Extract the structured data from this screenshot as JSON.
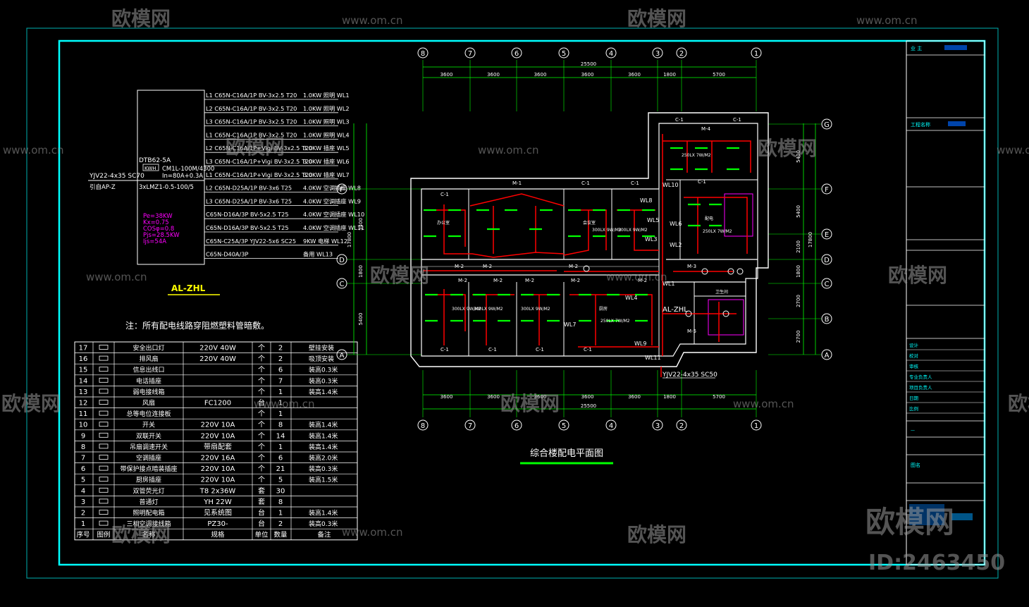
{
  "drawing": {
    "title": "综合楼配电平面图",
    "note": "注：所有配电线路穿阻燃塑料管暗敷。",
    "feed_label": "YJV22-4x35 SC50",
    "panel_label_plan": "AL-ZHL"
  },
  "panel": {
    "name": "AL-ZHL",
    "meter": "DTB62-5A",
    "kwh": "KWH",
    "main_breaker": "CM1L-100M/4300",
    "main_breaker_setting": "In=80A+0.3A",
    "ct": "3xLMZ1-0.5-100/5",
    "incoming": "YJV22-4x35 SC70",
    "from": "引自AP-Z",
    "calc": [
      "Pe=38KW",
      "Kx=0.75",
      "COSφ=0.8",
      "Pjs=28.5KW",
      "Ijs=54A"
    ],
    "circuits": [
      {
        "text": "L1 C65N-C16A/1P BV-3x2.5 T20",
        "load": "1.0KW 照明 WL1"
      },
      {
        "text": "L2 C65N-C16A/1P BV-3x2.5 T20",
        "load": "1.0KW 照明 WL2"
      },
      {
        "text": "L3 C65N-C16A/1P BV-3x2.5 T20",
        "load": "1.0KW 照明 WL3"
      },
      {
        "text": "L1 C65N-C16A/1P BV-3x2.5 T20",
        "load": "1.0KW 照明 WL4"
      },
      {
        "text": "L2 C65N-C16A/1P+Vigi BV-3x2.5 T20",
        "load": "3.0KW 插座 WL5"
      },
      {
        "text": "L3 C65N-C16A/1P+Vigi BV-3x2.5 T20",
        "load": "3.0KW 插座 WL6"
      },
      {
        "text": "L1 C65N-C16A/1P+Vigi BV-3x2.5 T20",
        "load": "3.0KW 插座 WL7"
      },
      {
        "text": "L2 C65N-D25A/1P BV-3x6 T25",
        "load": "4.0KW 空调插座 WL8"
      },
      {
        "text": "L3 C65N-D25A/1P BV-3x6 T25",
        "load": "4.0KW 空调插座 WL9"
      },
      {
        "text": "C65N-D16A/3P BV-5x2.5 T25",
        "load": "4.0KW 空调插座 WL10"
      },
      {
        "text": "C65N-D16A/3P BV-5x2.5 T25",
        "load": "4.0KW 空调插座 WL11"
      },
      {
        "text": "C65N-C25A/3P YJV22-5x6 SC25",
        "load": "9KW 电梯 WL12"
      },
      {
        "text": "C65N-D40A/3P",
        "load": "备用 WL13"
      }
    ]
  },
  "legend": {
    "headers": [
      "序号",
      "图例",
      "名称",
      "规格",
      "单位",
      "数量",
      "备注"
    ],
    "rows": [
      {
        "no": "17",
        "symbol": "exit-light",
        "name": "安全出口灯",
        "spec": "220V 40W",
        "unit": "个",
        "qty": "2",
        "remark": "壁挂安装"
      },
      {
        "no": "16",
        "symbol": "exhaust-fan",
        "name": "排风扇",
        "spec": "220V 40W",
        "unit": "个",
        "qty": "2",
        "remark": "吸顶安装"
      },
      {
        "no": "15",
        "symbol": "outlet-box",
        "name": "信息出线口",
        "spec": "",
        "unit": "个",
        "qty": "6",
        "remark": "装高0.3米"
      },
      {
        "no": "14",
        "symbol": "phone-outlet",
        "name": "电话插座",
        "spec": "",
        "unit": "个",
        "qty": "7",
        "remark": "装高0.3米"
      },
      {
        "no": "13",
        "symbol": "weak-box",
        "name": "弱电接线箱",
        "spec": "",
        "unit": "个",
        "qty": "1",
        "remark": "装高1.4米"
      },
      {
        "no": "12",
        "symbol": "fan",
        "name": "风扇",
        "spec": "FC1200",
        "unit": "台",
        "qty": "1",
        "remark": ""
      },
      {
        "no": "11",
        "symbol": "bonding-box",
        "name": "总等电位连接板",
        "spec": "",
        "unit": "个",
        "qty": "1",
        "remark": ""
      },
      {
        "no": "10",
        "symbol": "switch",
        "name": "开关",
        "spec": "220V 10A",
        "unit": "个",
        "qty": "8",
        "remark": "装高1.4米"
      },
      {
        "no": "9",
        "symbol": "double-switch",
        "name": "双联开关",
        "spec": "220V 10A",
        "unit": "个",
        "qty": "14",
        "remark": "装高1.4米"
      },
      {
        "no": "8",
        "symbol": "fan-speed",
        "name": "吊扇调速开关",
        "spec": "带扇配套",
        "unit": "个",
        "qty": "1",
        "remark": "装高1.4米"
      },
      {
        "no": "7",
        "symbol": "ac-socket",
        "name": "空调插座",
        "spec": "220V 16A",
        "unit": "个",
        "qty": "6",
        "remark": "装高2.0米"
      },
      {
        "no": "6",
        "symbol": "safe-socket",
        "name": "带保护接点暗装插座",
        "spec": "220V 10A",
        "unit": "个",
        "qty": "21",
        "remark": "装高0.3米"
      },
      {
        "no": "5",
        "symbol": "kitchen-socket",
        "name": "厨房插座",
        "spec": "220V 10A",
        "unit": "个",
        "qty": "5",
        "remark": "装高1.5米"
      },
      {
        "no": "4",
        "symbol": "twin-tube",
        "name": "双管荧光灯",
        "spec": "T8 2x36W",
        "unit": "套",
        "qty": "30",
        "remark": ""
      },
      {
        "no": "3",
        "symbol": "lamp",
        "name": "普通灯",
        "spec": "YH 22W",
        "unit": "套",
        "qty": "8",
        "remark": ""
      },
      {
        "no": "2",
        "symbol": "lighting-panel",
        "name": "照明配电箱",
        "spec": "见系统图",
        "unit": "台",
        "qty": "1",
        "remark": "装高1.4米"
      },
      {
        "no": "1",
        "symbol": "three-phase-box",
        "name": "三相空调接线箱",
        "spec": "PZ30-",
        "unit": "台",
        "qty": "2",
        "remark": "装高0.3米"
      }
    ]
  },
  "axes": {
    "top_numbers": [
      "8",
      "7",
      "6",
      "5",
      "4",
      "3",
      "2",
      "1"
    ],
    "top_dims": [
      "3600",
      "3600",
      "3600",
      "3600",
      "3600",
      "1800",
      "5700"
    ],
    "top_total": "25500",
    "right_letters": [
      "G",
      "F",
      "E",
      "D",
      "C",
      "B",
      "A"
    ],
    "right_dims": [
      "5400",
      "5400",
      "2100",
      "1800",
      "2700",
      "2700"
    ],
    "right_total": "17800",
    "left_letters": [
      "F",
      "D",
      "C",
      "A"
    ],
    "left_dims": [
      "5400",
      "1800",
      "5400"
    ],
    "left_total": "17800"
  },
  "plan_labels": {
    "circuits": [
      "WL1",
      "WL2",
      "WL3",
      "WL4",
      "WL5",
      "WL6",
      "WL7",
      "WL8",
      "WL9",
      "WL10",
      "WL11"
    ],
    "doors": [
      "M-1",
      "M-2",
      "M-3",
      "M-4",
      "M-5"
    ],
    "windows": [
      "C-1"
    ],
    "lux": [
      "300LX 9W/M2",
      "250LX 7W/M2"
    ],
    "rooms": [
      "办公室",
      "会议室",
      "厨房",
      "配电",
      "卫生间"
    ]
  },
  "title_block": {
    "owner_label": "业 主",
    "project_label": "工程名称",
    "drawing_label": "图名",
    "rows": [
      "设计",
      "校对",
      "审核",
      "专业负责人",
      "项目负责人",
      "日期",
      "比例"
    ]
  },
  "watermarks": {
    "brand": "欧模网",
    "url": "www.om.cn",
    "id": "ID:2463450"
  },
  "colors": {
    "background": "#000000",
    "frame": "#00ffff",
    "walls": "#ffffff",
    "dimensions": "#00ff00",
    "power_lines": "#ff0000",
    "fixtures": "#00ff00",
    "text": "#ffffff",
    "calc_text": "#ff00ff",
    "title_text": "#ffff00"
  }
}
